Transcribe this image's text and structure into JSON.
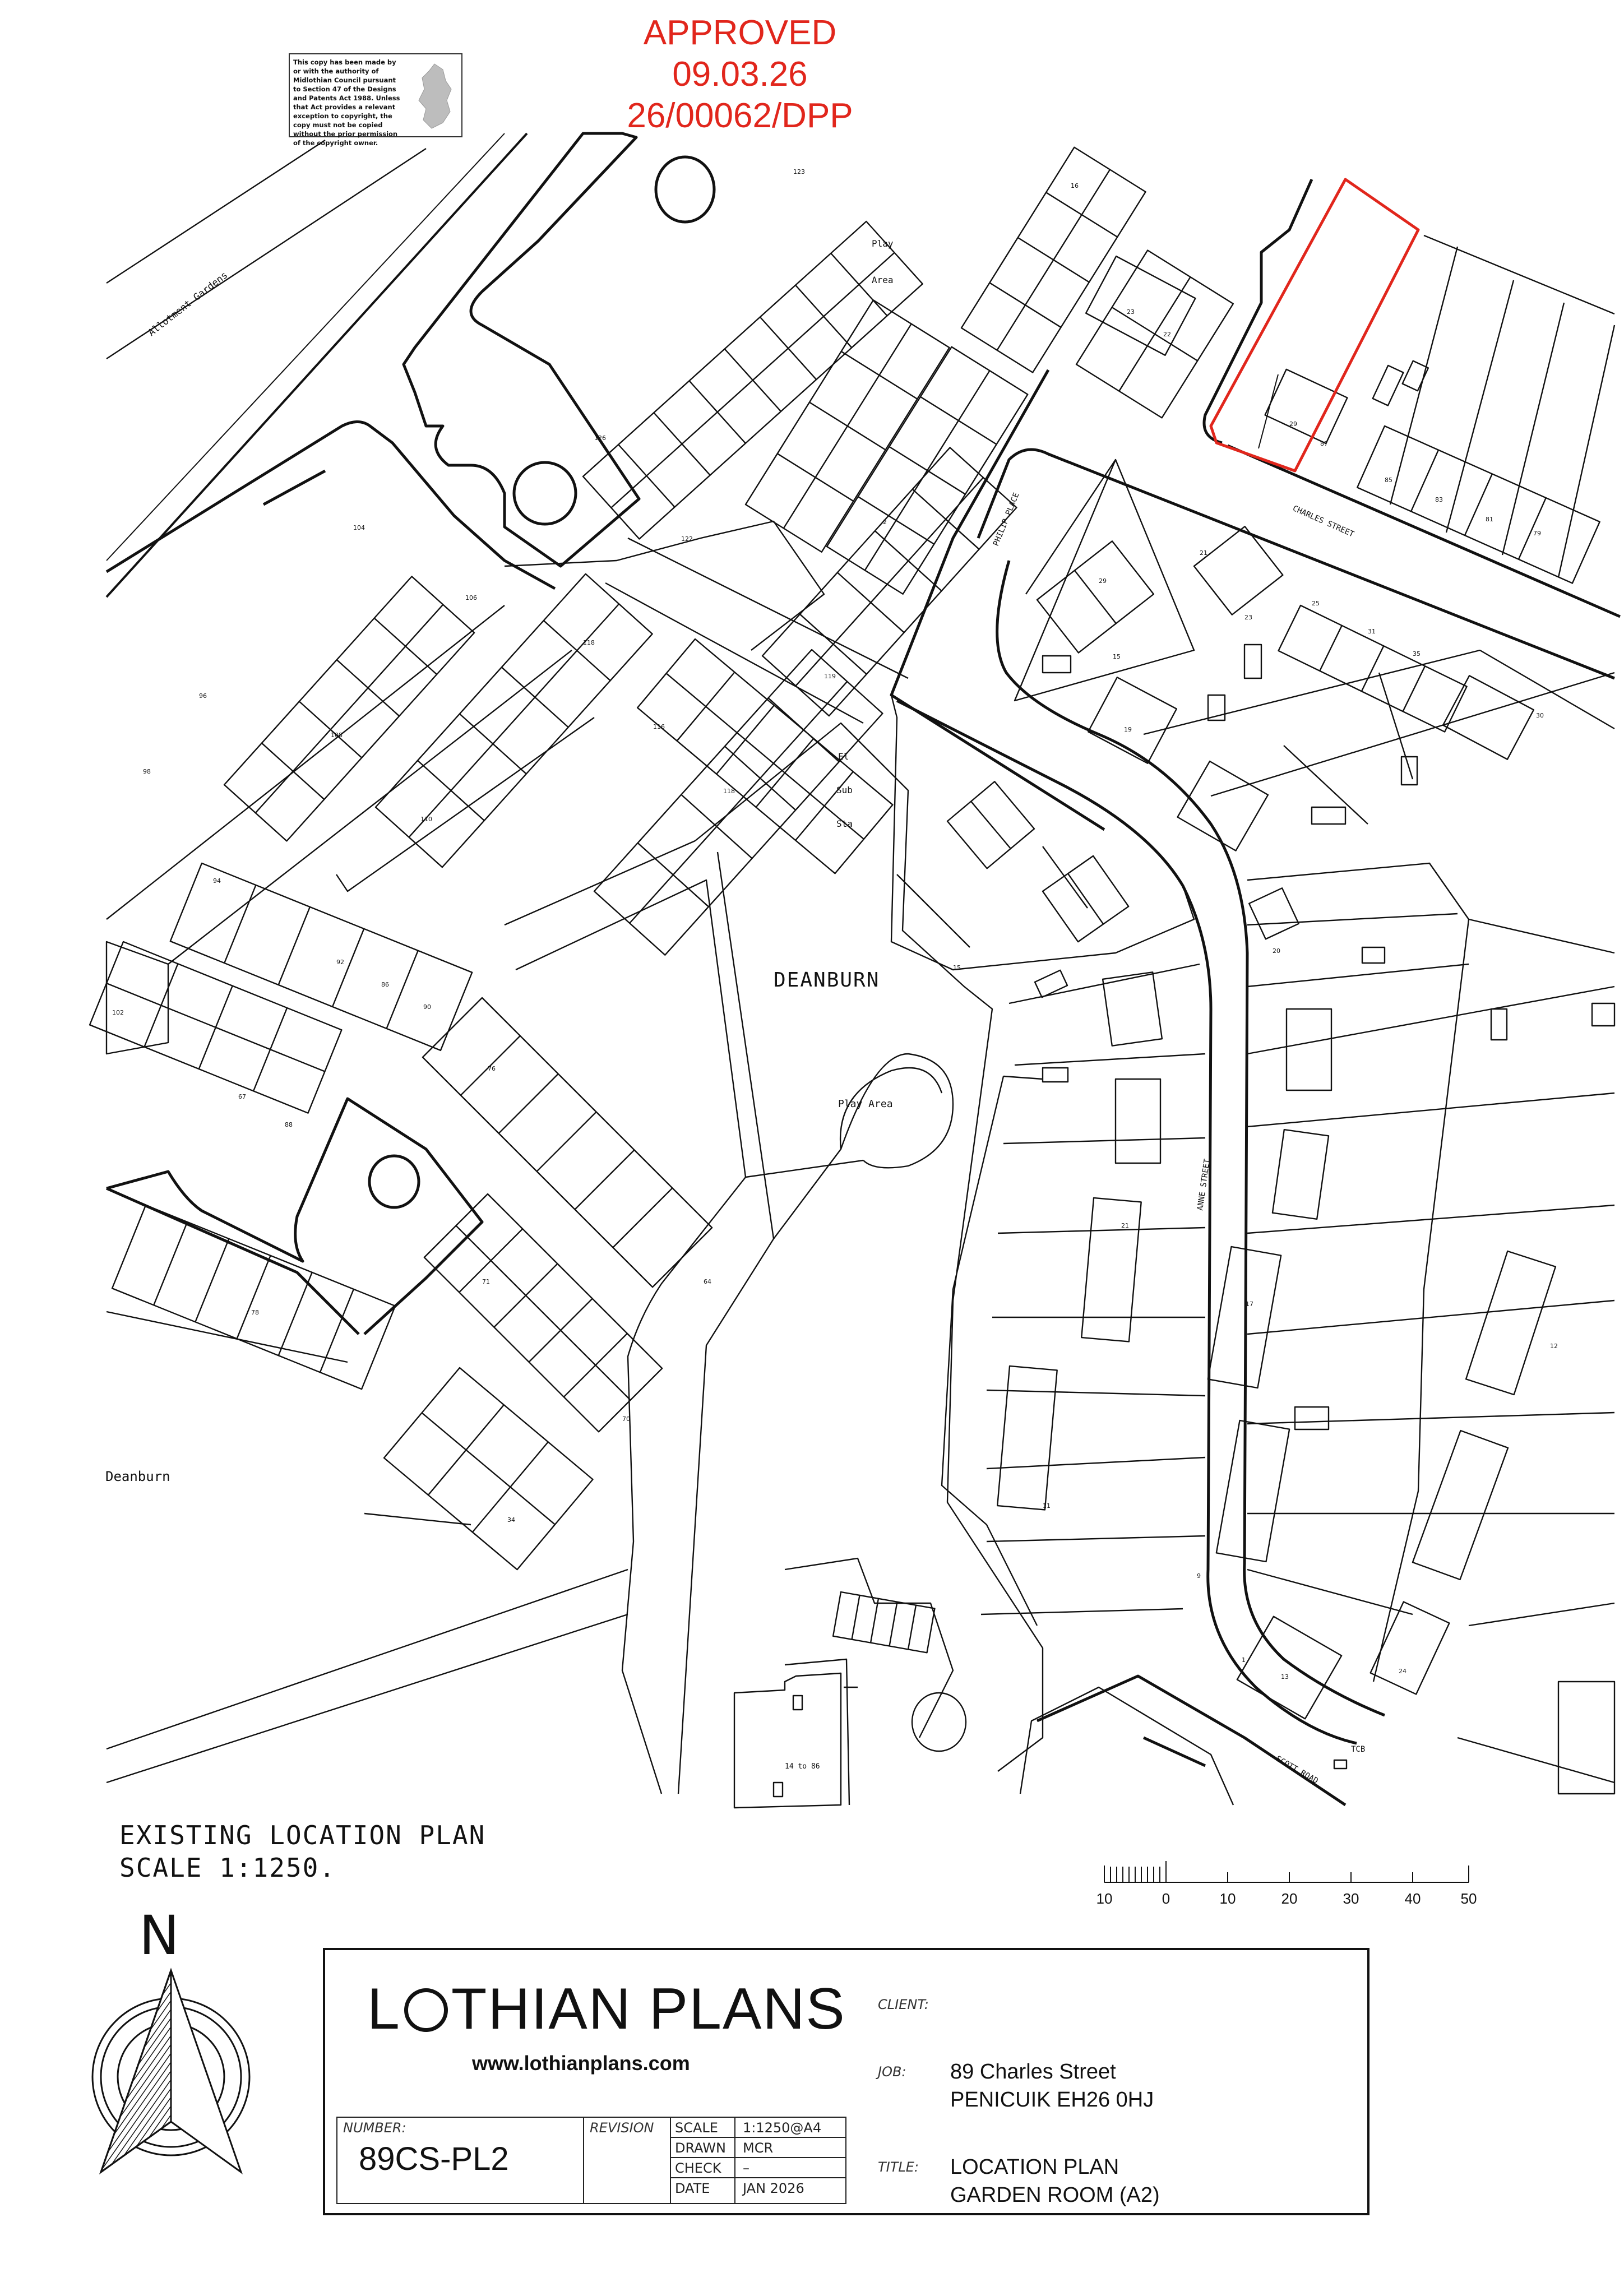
{
  "approval": {
    "status": "APPROVED",
    "date": "09.03.26",
    "reference": "26/00062/DPP"
  },
  "copyright_notice": "This copy has been made by or with the authority of Midlothian Council pursuant to Section 47 of the Designs and Patents Act 1988. Unless that Act provides a relevant exception to copyright, the copy must not be copied without the prior permission of the copyright owner.",
  "map": {
    "labels": {
      "allotment": "Allotment Gardens",
      "play_area_top_1": "Play",
      "play_area_top_2": "Area",
      "philip_place": "PHILIP PLACE",
      "charles_street": "CHARLES STREET",
      "deanburn": "DEANBURN",
      "deanburn_left": "Deanburn",
      "play_area_center": "Play Area",
      "el_sub_1": "El",
      "el_sub_2": "Sub",
      "el_sub_3": "Sta",
      "anne_street": "ANNE STREET",
      "scott_road": "SCOTT ROAD",
      "tcb": "TCB",
      "flats": "14 to 86"
    },
    "house_numbers": [
      "123",
      "126",
      "16",
      "23",
      "22",
      "29",
      "87",
      "85",
      "83",
      "81",
      "79",
      "104",
      "106",
      "96",
      "108",
      "118",
      "110",
      "116",
      "118",
      "119",
      "122",
      "2",
      "29",
      "21",
      "25",
      "31",
      "35",
      "30",
      "19",
      "23",
      "15",
      "98",
      "102",
      "94",
      "92",
      "86",
      "90",
      "67",
      "88",
      "76",
      "64",
      "78",
      "71",
      "70",
      "34",
      "15",
      "21",
      "17",
      "20",
      "11",
      "9",
      "1",
      "13",
      "24",
      "12"
    ],
    "site_outline_color": "#e1261c"
  },
  "plan": {
    "caption_line1": "EXISTING LOCATION PLAN",
    "caption_line2": "SCALE 1:1250."
  },
  "scale_bar": {
    "labels": [
      "10",
      "0",
      "10",
      "20",
      "30",
      "40",
      "50"
    ]
  },
  "north_arrow": {
    "letter": "N"
  },
  "title_block": {
    "company_left": "L",
    "company_right": "THIAN PLANS",
    "website": "www.lothianplans.com",
    "client_label": "CLIENT:",
    "client_value": "",
    "job_label": "JOB:",
    "job_line1": "89 Charles Street",
    "job_line2": "PENICUIK EH26 0HJ",
    "title_label": "TITLE:",
    "title_line1": "LOCATION PLAN",
    "title_line2": "GARDEN ROOM  (A2)",
    "number_label": "NUMBER:",
    "number_value": "89CS-PL2",
    "revision_label": "REVISION",
    "scale_label": "SCALE",
    "scale_value": "1:1250@A4",
    "drawn_label": "DRAWN",
    "drawn_value": "MCR",
    "check_label": "CHECK",
    "check_value": "–",
    "date_label": "DATE",
    "date_value": "JAN 2026"
  }
}
